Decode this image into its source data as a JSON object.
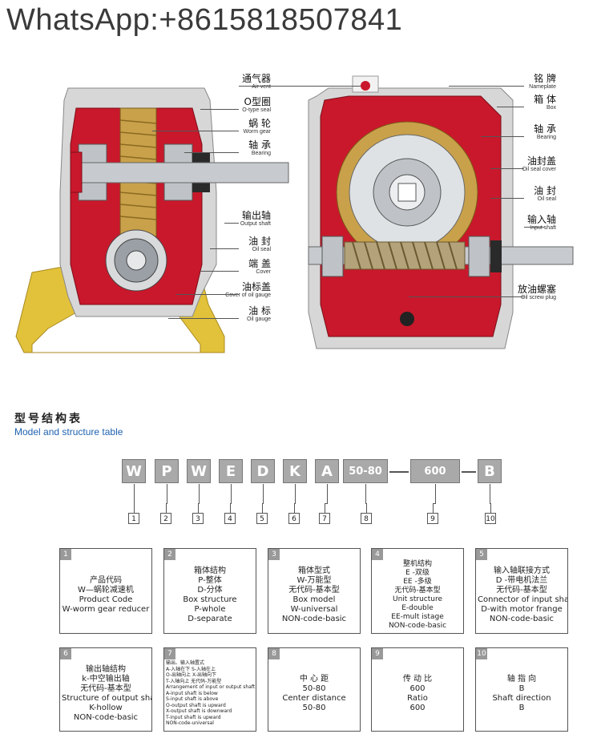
{
  "header": {
    "whatsapp": "WhatsApp:+8615818507841"
  },
  "diagram": {
    "left_labels": [
      {
        "cn": "通气器",
        "en": "Air vent"
      },
      {
        "cn": "O型圈",
        "en": "O-type seal"
      },
      {
        "cn": "蜗 轮",
        "en": "Worm gear"
      },
      {
        "cn": "轴 承",
        "en": "Bearing"
      },
      {
        "cn": "输出轴",
        "en": "Output shaft"
      },
      {
        "cn": "油 封",
        "en": "Oil seal"
      },
      {
        "cn": "端 盖",
        "en": "Cover"
      },
      {
        "cn": "油标盖",
        "en": "Cover of oil gauge"
      },
      {
        "cn": "油 标",
        "en": "Oil gauge"
      }
    ],
    "right_labels": [
      {
        "cn": "铭 牌",
        "en": "Nameplate"
      },
      {
        "cn": "箱 体",
        "en": "Box"
      },
      {
        "cn": "轴 承",
        "en": "Bearing"
      },
      {
        "cn": "油封盖",
        "en": "Oil seal cover"
      },
      {
        "cn": "油 封",
        "en": "Oil seal"
      },
      {
        "cn": "输入轴",
        "en": "Input shaft"
      },
      {
        "cn": "放油螺塞",
        "en": "Oil screw plug"
      }
    ],
    "colors": {
      "housing": "#d8d8d8",
      "casting": "#c9182b",
      "base": "#e2c23a",
      "brass": "#c9a14a",
      "steel": "#bfc3c7"
    }
  },
  "section": {
    "title_cn": "型号结构表",
    "title_en": "Model and structure table"
  },
  "model_code": {
    "boxes": [
      "W",
      "P",
      "W",
      "E",
      "D",
      "K",
      "A",
      "50-80",
      "600",
      "B"
    ],
    "separators": [
      "—",
      "—"
    ],
    "numbers": [
      "1",
      "2",
      "3",
      "4",
      "5",
      "6",
      "7",
      "8",
      "9",
      "10"
    ]
  },
  "cards_row1": [
    {
      "num": "1",
      "lines": [
        "产品代码",
        "W—蜗轮减速机",
        "Product Code",
        "W-worm gear reducer"
      ]
    },
    {
      "num": "2",
      "lines": [
        "箱体结构",
        "P-整体",
        "D-分体",
        "Box structure",
        "P-whole",
        "D-separate"
      ]
    },
    {
      "num": "3",
      "lines": [
        "箱体型式",
        "W-万能型",
        "无代码-基本型",
        "Box model",
        "W-universal",
        "NON-code-basic"
      ]
    },
    {
      "num": "4",
      "lines": [
        "整机结构",
        "E -双级",
        "EE -多级",
        "无代码-基本型",
        "Unit structure",
        "E-double",
        "EE-mult istage",
        "NON-code-basic"
      ]
    },
    {
      "num": "5",
      "lines": [
        "输入轴联接方式",
        "D -带电机法兰",
        "无代码-基本型",
        "Connector of input shaft",
        "D-with motor frange",
        "NON-code-basic"
      ]
    }
  ],
  "cards_row2": [
    {
      "num": "6",
      "lines": [
        "输出轴结构",
        "k-中空输出轴",
        "无代码-基本型",
        "Structure of output shaft",
        "K-hollow",
        "NON-code-basic"
      ]
    },
    {
      "num": "7",
      "lines": [
        "输出、输入轴置式",
        "A-入轴在下 S-入轴在上",
        "O-出轴向上 X-出轴向下",
        "T-入轴向上 无代码-万能型",
        "Arrangement of input or output shaft",
        "A-input shaft is below",
        "S-input shaft is above",
        "O-output shaft is upward",
        "X-output shaft is downward",
        "T-input shaft is upward",
        "NON-code-universal"
      ]
    },
    {
      "num": "8",
      "lines": [
        "中 心 距",
        "50-80",
        "Center distance",
        "50-80"
      ]
    },
    {
      "num": "9",
      "lines": [
        "传 动 比",
        "600",
        "Ratio",
        "600"
      ]
    },
    {
      "num": "10",
      "lines": [
        "轴 指 向",
        "B",
        "Shaft direction",
        "B"
      ]
    }
  ]
}
